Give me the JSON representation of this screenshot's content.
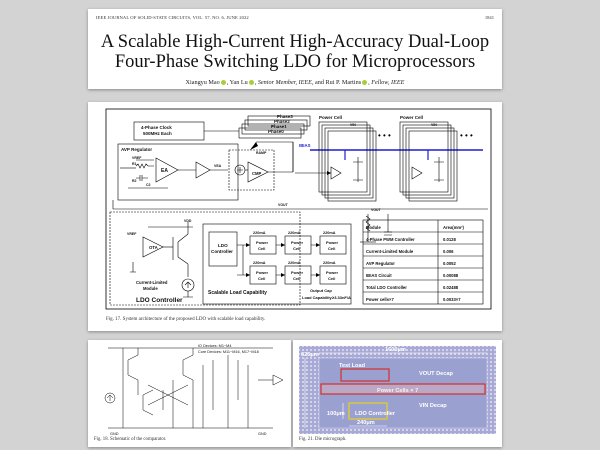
{
  "header": {
    "journal": "IEEE JOURNAL OF SOLID-STATE CIRCUITS, VOL. 57, NO. 6, JUNE 2022",
    "page": "1841"
  },
  "paper": {
    "title_line1": "A Scalable High-Current High-Accuracy Dual-Loop",
    "title_line2": "Four-Phase Switching LDO for Microprocessors",
    "author1": "Xiangyu Mao",
    "author2": "Yan Lu",
    "author2_note": "Senior Member, IEEE",
    "author3_prefix": "and Rui P. Martins",
    "author3_note": "Fellow, IEEE"
  },
  "fig17": {
    "caption": "Fig. 17.   System architecture of the proposed LDO with scalable load capability.",
    "clock_line1": "4-Phase Clock",
    "clock_line2": "500MHz Each",
    "phases": [
      "Phase3",
      "Phase2",
      "Phase1",
      "Phase0"
    ],
    "avp_label": "AVP Regulator",
    "ea": "EA",
    "vref": "VREF",
    "r1": "R1",
    "r2": "R2",
    "c2": "C2",
    "vea": "VEA",
    "ramp": "RAMP",
    "cmp": "CMP",
    "bias": "IBIAS",
    "vout": "VOUT",
    "vdd": "VDD",
    "ota": "OTA",
    "current_limited": "Current-Limited",
    "module": "Module",
    "ldo_controller_title": "LDO Controller",
    "power_cell": "Power Cell",
    "vin": "VIN",
    "ldo_ctrl_box_line1": "LDO",
    "ldo_ctrl_box_line2": "Controller",
    "current_220": "220mA",
    "power": "Power",
    "cell": "Cell",
    "scalable": "Scalable Load Capability",
    "output_cap": "Output Cap",
    "load_cap_label": "Load Capability",
    "load_cap_value": "≥3.33nF/A",
    "table": {
      "headers": [
        "Module",
        "Area(mm²)"
      ],
      "rows": [
        [
          "4-Phase PWM Controller",
          "0.0128"
        ],
        [
          "Current-Limited Module",
          "0.006"
        ],
        [
          "AVP Regulator",
          "0.0052"
        ],
        [
          "IBIAS Circuit",
          "0.00088"
        ],
        [
          "Total LDO Controller",
          "0.02488"
        ],
        [
          "Power cells×7",
          "0.0033×7"
        ]
      ]
    }
  },
  "fig18": {
    "caption": "Fig. 18.   Schematic of the comparator.",
    "note1": "IO Devices: M1~M4",
    "note2": "Core Devices: M11~M16, M17~M18",
    "gnd": "GND"
  },
  "fig21": {
    "caption": "Fig. 21.   Die micrograph.",
    "w1600": "1600μm",
    "h625": "625μm",
    "test_load": "Test Load",
    "vout_decap": "VOUT Decap",
    "power_cells": "Power Cells × 7",
    "vin_decap": "VIN Decap",
    "h100": "100μm",
    "ldo_controller": "LDO Controller",
    "w240": "240μm"
  },
  "colors": {
    "bias_line": "#1f1fd0",
    "die_bg": "#8e96c8",
    "highlight_red": "#d23030",
    "highlight_yellow": "#e6d21e",
    "orcid": "#a6ce39"
  }
}
